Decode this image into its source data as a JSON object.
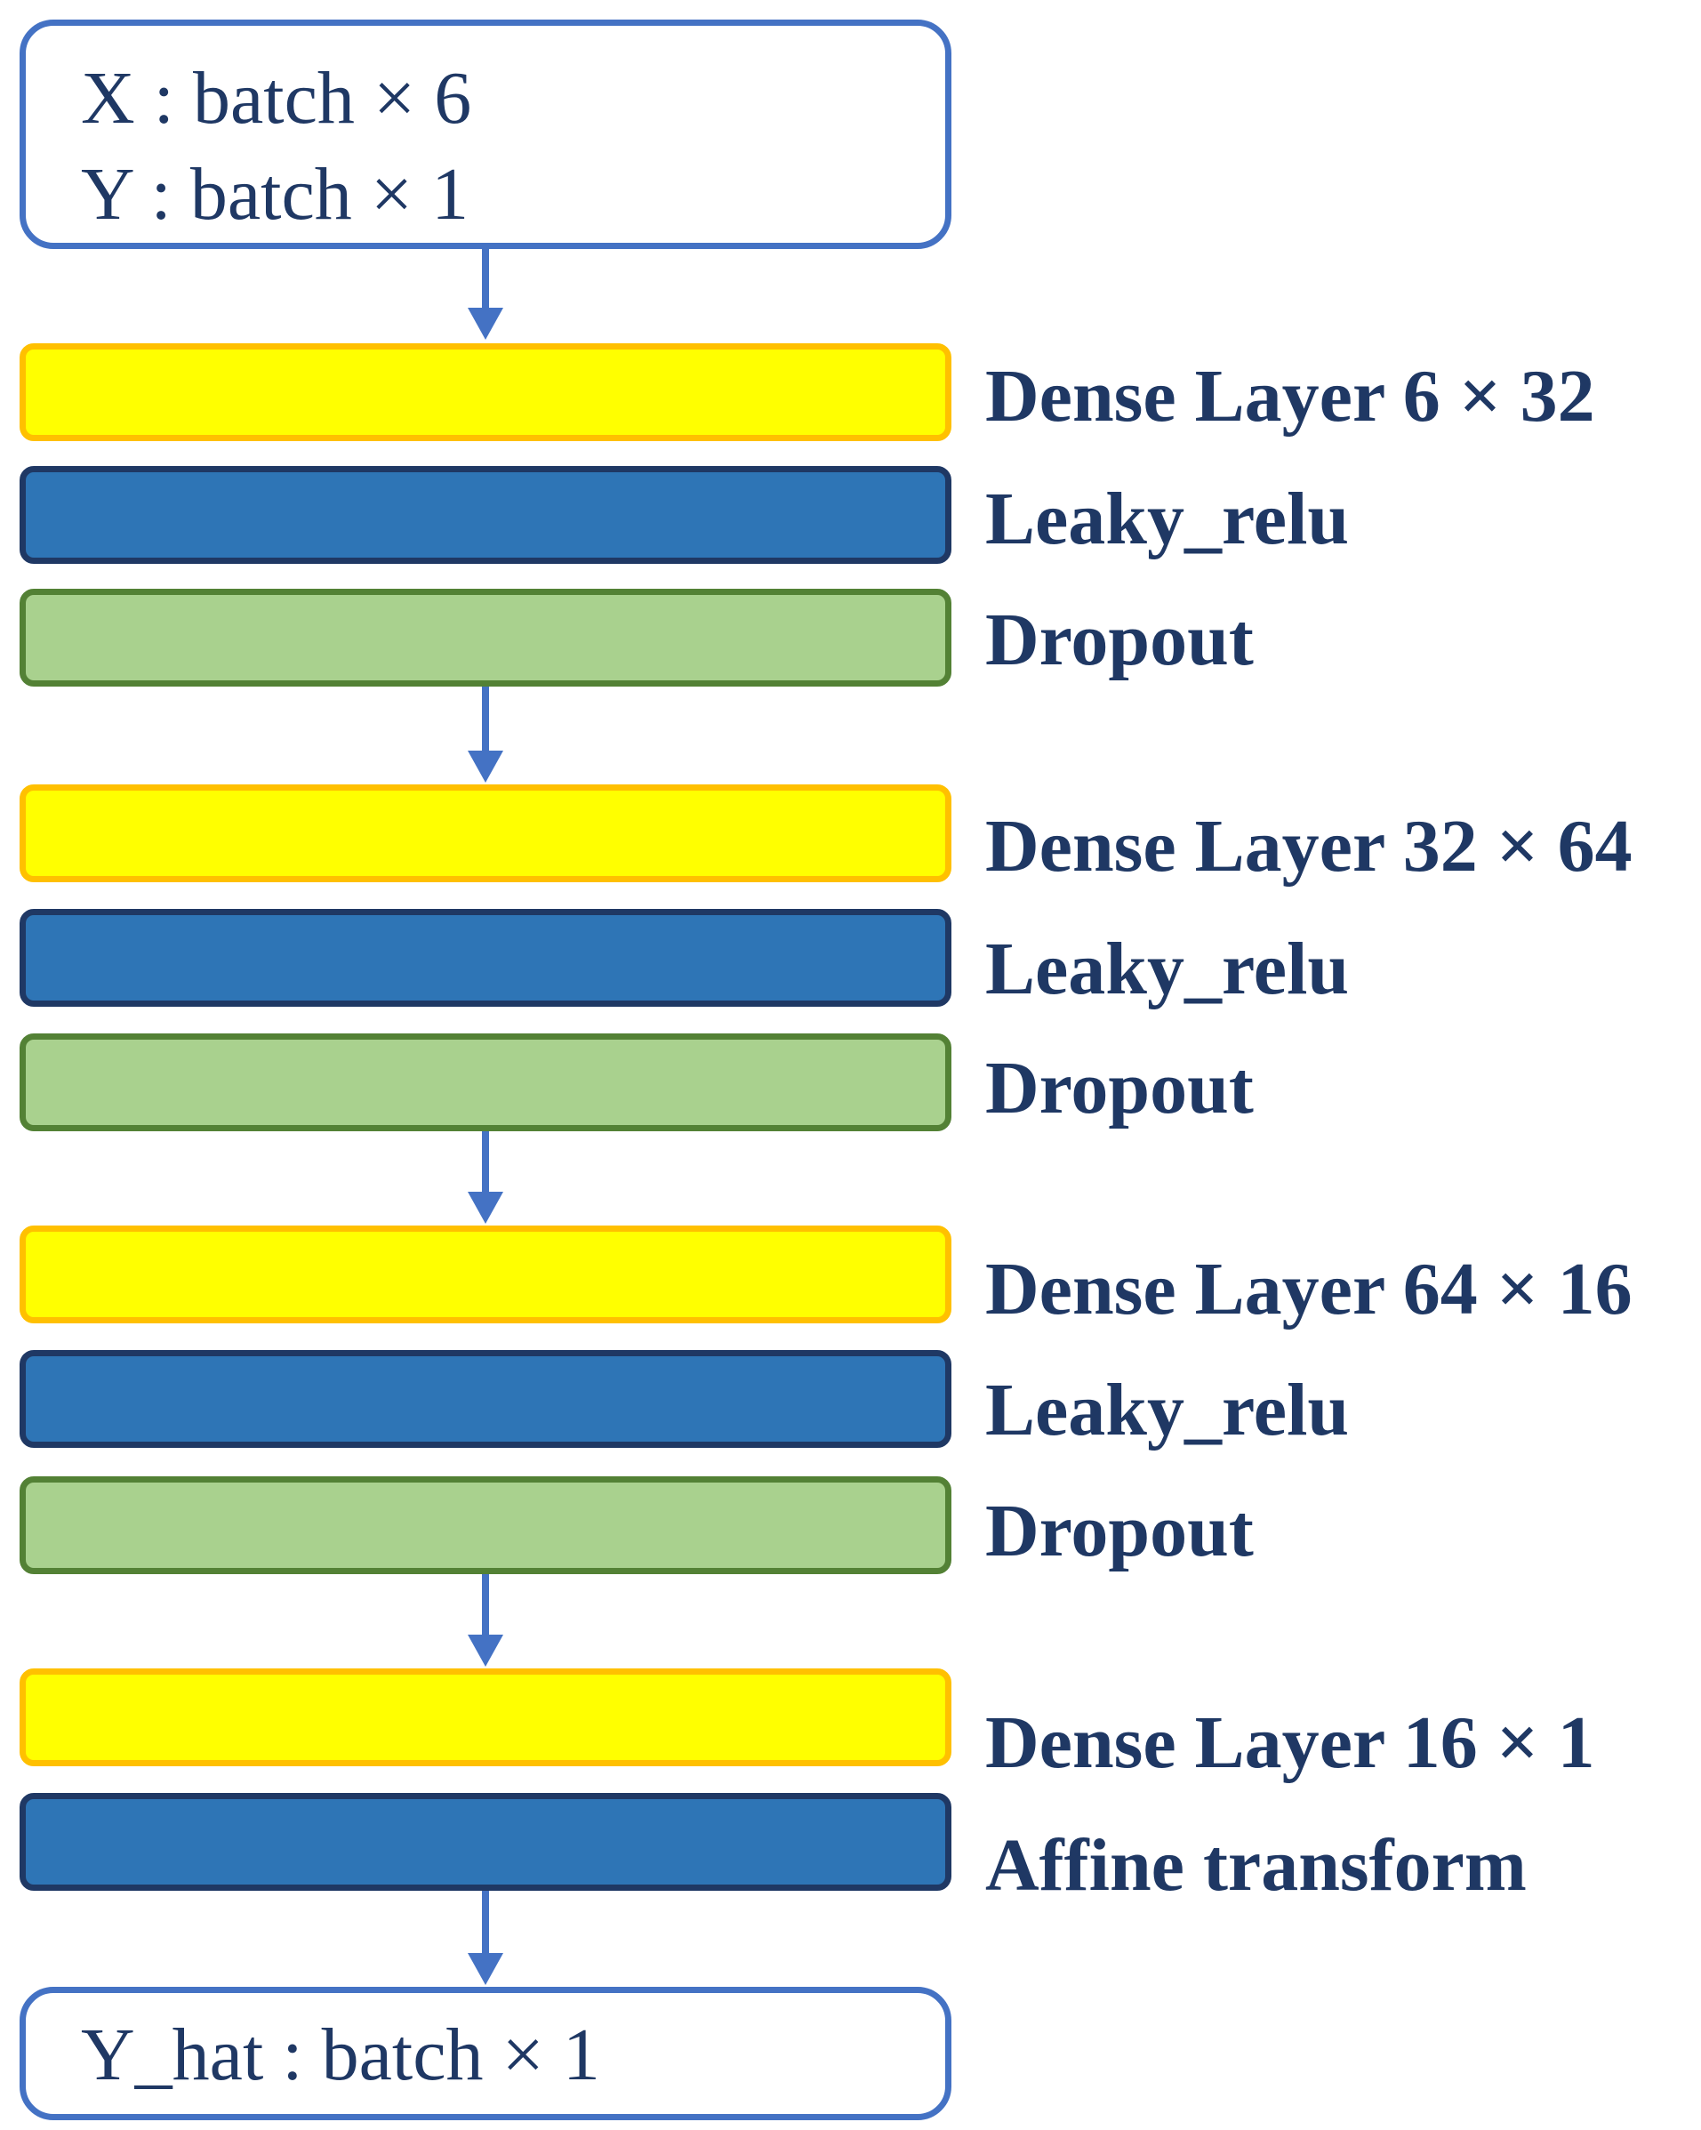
{
  "input": {
    "line1": "X : batch × 6",
    "line2": "Y : batch × 1"
  },
  "layers": [
    {
      "kind": "dense",
      "label": "Dense Layer 6 × 32"
    },
    {
      "kind": "activation",
      "label": "Leaky_relu"
    },
    {
      "kind": "dropout",
      "label": "Dropout"
    },
    {
      "kind": "dense",
      "label": "Dense Layer 32 × 64"
    },
    {
      "kind": "activation",
      "label": "Leaky_relu"
    },
    {
      "kind": "dropout",
      "label": "Dropout"
    },
    {
      "kind": "dense",
      "label": "Dense Layer 64 × 16"
    },
    {
      "kind": "activation",
      "label": "Leaky_relu"
    },
    {
      "kind": "dropout",
      "label": "Dropout"
    },
    {
      "kind": "dense",
      "label": "Dense Layer 16 × 1"
    },
    {
      "kind": "activation",
      "label": "Affine transform"
    }
  ],
  "output": {
    "line1": "Y_hat : batch × 1"
  },
  "colors": {
    "io_border": "#4472C4",
    "text": "#1F3864",
    "dense_fill": "#FFFF00",
    "dense_border": "#FFC000",
    "activation_fill": "#2E75B6",
    "activation_border": "#1F3864",
    "dropout_fill": "#A9D18E",
    "dropout_border": "#538135",
    "arrow": "#4472C4"
  }
}
